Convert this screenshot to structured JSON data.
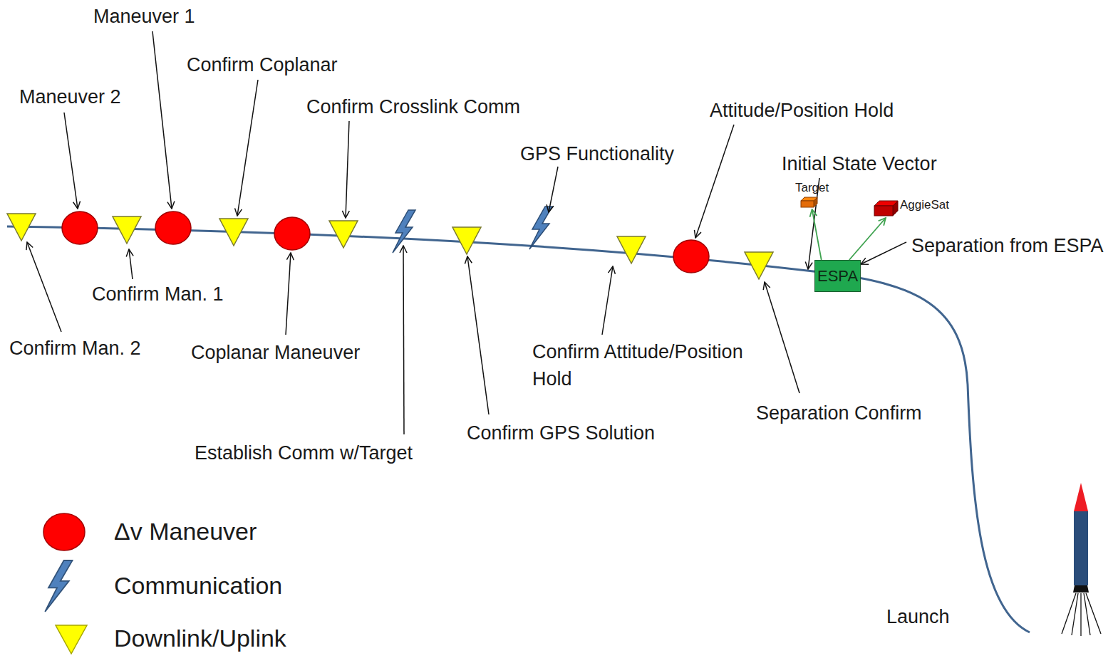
{
  "diagram": {
    "nodes": [
      {
        "text": [
          "Target"
        ]
      },
      {
        "text": [
          "AggieSat"
        ]
      },
      {
        "text": [
          "ESPA"
        ]
      }
    ],
    "edges": [
      {
        "from": 2,
        "to": 0,
        "arrow": "to"
      },
      {
        "from": 2,
        "to": 1,
        "arrow": "to"
      }
    ],
    "labels": [
      "Maneuver 1",
      "Confirm Coplanar",
      "Maneuver 2",
      "Confirm Crosslink Comm",
      "Attitude/Position Hold",
      "GPS Functionality",
      "Initial State Vector",
      "Separation from ESPA",
      "Confirm Man. 1",
      "Confirm Man. 2",
      "Coplanar Maneuver",
      "Confirm Attitude/Position Hold",
      "Separation Confirm",
      "Confirm GPS Solution",
      "Establish Comm w/Target",
      "Launch"
    ],
    "legend": [
      {
        "text": "Δv Maneuver",
        "color": "#ff0000"
      },
      {
        "text": "Communication",
        "color": "#4f81bd"
      },
      {
        "text": "Downlink/Uplink",
        "color": "#ffff00"
      }
    ]
  }
}
